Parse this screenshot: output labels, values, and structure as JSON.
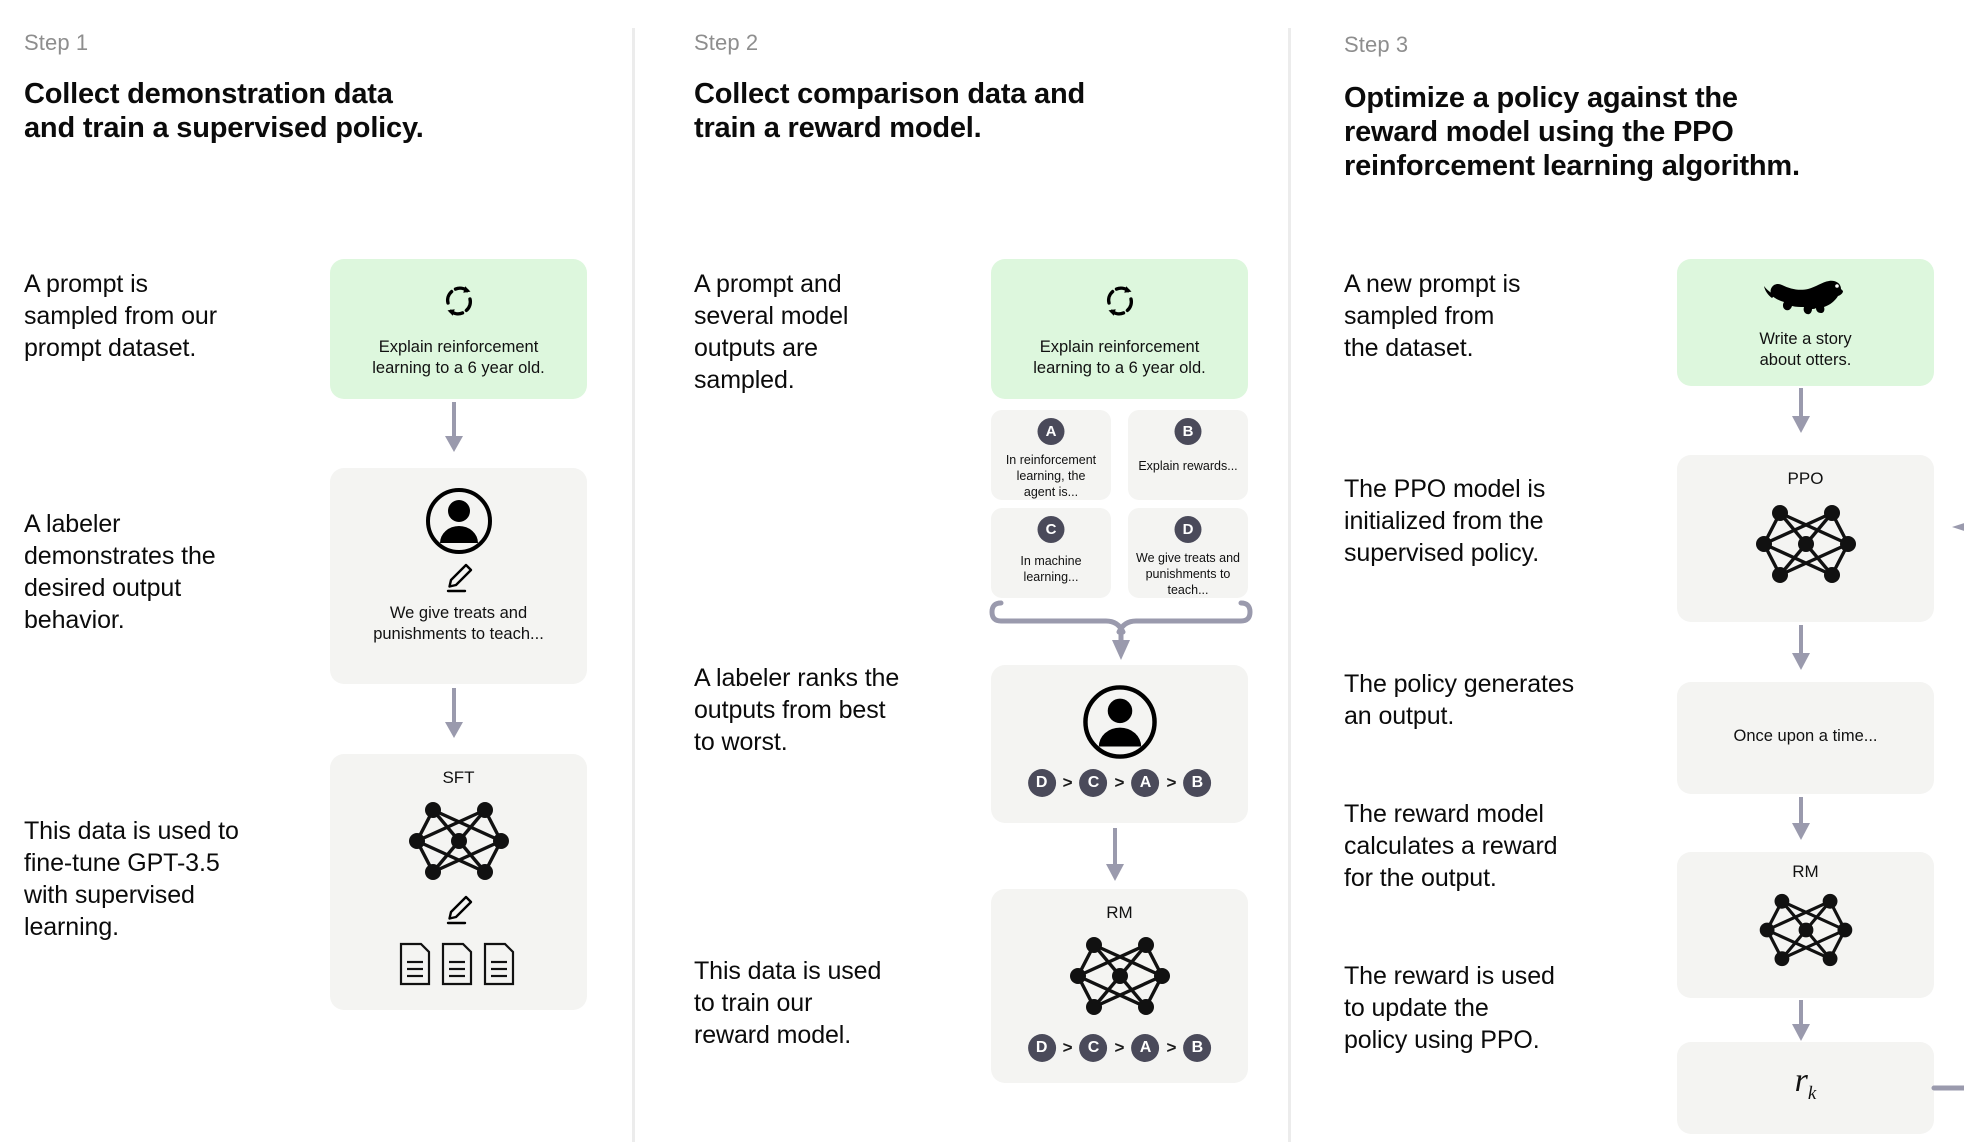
{
  "diagram": {
    "title": "InstructGPT RLHF three-step training diagram",
    "colors": {
      "prompt_card_bg": "#ddf7dd",
      "card_bg": "#f4f4f2",
      "badge_bg": "#4a4a5a",
      "arrow": "#9a9aad",
      "divider": "#ececec",
      "step_label": "#8e8e8e"
    }
  },
  "steps": [
    {
      "label": "Step 1",
      "title": "Collect demonstration data\nand train a supervised policy.",
      "title_lines": [
        "Collect demonstration data",
        "and train a supervised policy."
      ],
      "descriptions": [
        "A prompt is\nsampled from our\nprompt dataset.",
        "A labeler\ndemonstrates the\ndesired output\nbehavior.",
        "This data is used to\nfine-tune GPT-3.5\nwith supervised\nlearning."
      ],
      "cards": [
        {
          "kind": "prompt",
          "icon": "sample-loop-icon",
          "caption": "Explain reinforcement\nlearning to a 6 year old."
        },
        {
          "kind": "labeler",
          "icon": "person-icon",
          "secondary_icon": "pencil-icon",
          "caption": "We give treats and\npunishments to teach..."
        },
        {
          "kind": "model",
          "title": "SFT",
          "icon": "neural-network-icon",
          "secondary_icon": "pencil-icon",
          "tertiary_icon": "documents-icon"
        }
      ]
    },
    {
      "label": "Step 2",
      "title": "Collect comparison data and\ntrain a reward model.",
      "title_lines": [
        "Collect comparison data and",
        "train a reward model."
      ],
      "descriptions": [
        "A prompt and\nseveral model\noutputs are\nsampled.",
        "A labeler ranks the\noutputs from best\nto worst.",
        "This data is used\nto train our\nreward model."
      ],
      "cards": [
        {
          "kind": "prompt",
          "icon": "sample-loop-icon",
          "caption": "Explain reinforcement\nlearning to a 6 year old."
        },
        {
          "kind": "outputs",
          "options": [
            {
              "letter": "A",
              "text": "In reinforcement\nlearning, the\nagent is..."
            },
            {
              "letter": "B",
              "text": "Explain rewards..."
            },
            {
              "letter": "C",
              "text": "In machine\nlearning..."
            },
            {
              "letter": "D",
              "text": "We give treats and\npunishments to\nteach..."
            }
          ]
        },
        {
          "kind": "labeler-rank",
          "icon": "person-icon",
          "ranking": [
            "D",
            "C",
            "A",
            "B"
          ],
          "ranking_separator": ">"
        },
        {
          "kind": "model-rank",
          "title": "RM",
          "icon": "neural-network-icon",
          "ranking": [
            "D",
            "C",
            "A",
            "B"
          ],
          "ranking_separator": ">"
        }
      ]
    },
    {
      "label": "Step 3",
      "title": "Optimize a policy against the\nreward model using the PPO\nreinforcement learning algorithm.",
      "title_lines": [
        "Optimize a policy against the",
        "reward model using the PPO",
        "reinforcement learning algorithm."
      ],
      "descriptions": [
        "A new prompt is\nsampled from\nthe dataset.",
        "The PPO model is\ninitialized from the\nsupervised policy.",
        "The policy generates\nan output.",
        "The reward model\ncalculates a reward\nfor the output.",
        "The reward is used\nto update the\npolicy using PPO."
      ],
      "cards": [
        {
          "kind": "prompt",
          "icon": "otter-icon",
          "caption": "Write a story\nabout otters."
        },
        {
          "kind": "model",
          "title": "PPO",
          "icon": "neural-network-icon"
        },
        {
          "kind": "output",
          "caption": "Once upon a time..."
        },
        {
          "kind": "model",
          "title": "RM",
          "icon": "neural-network-icon"
        },
        {
          "kind": "reward",
          "value": "r",
          "subscript": "k"
        }
      ]
    }
  ]
}
